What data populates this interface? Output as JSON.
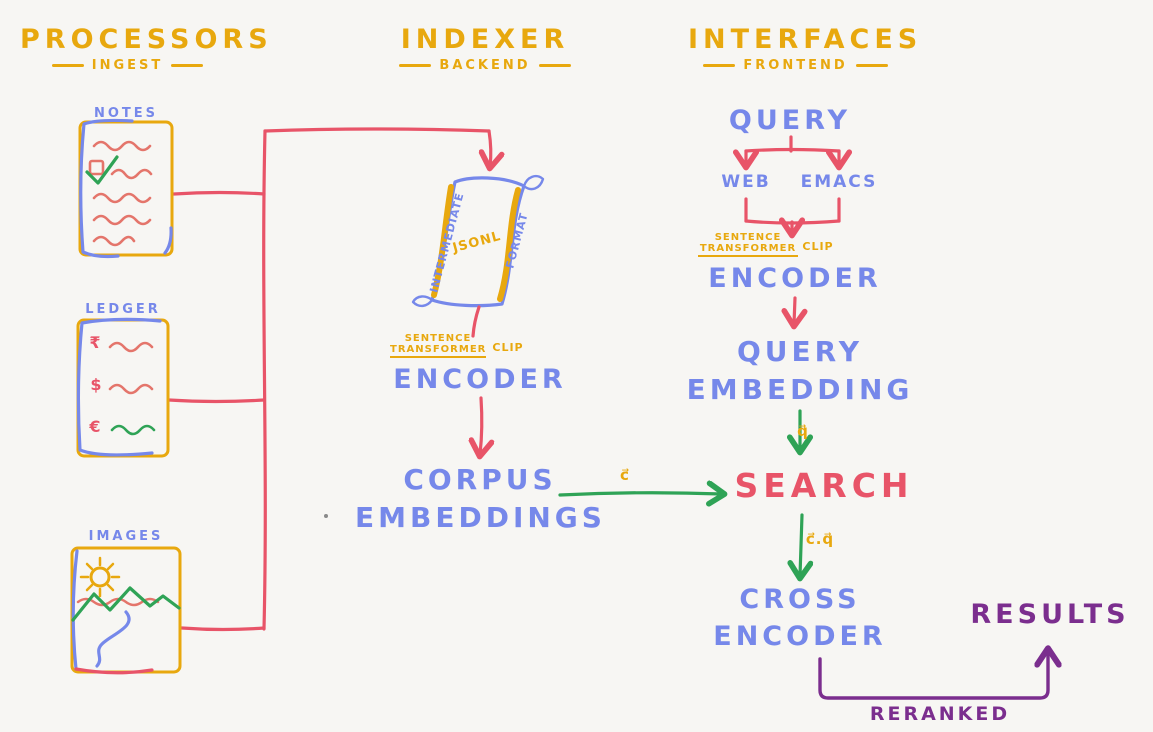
{
  "background": "#f7f6f3",
  "colors": {
    "yellow": "#e8a80e",
    "blue": "#7688ea",
    "red": "#e85468",
    "red-light": "#e4756b",
    "green": "#2fa356",
    "purple": "#7b2e8e"
  },
  "headers": {
    "processors": {
      "title": "PROCESSORS",
      "subtitle": "INGEST"
    },
    "indexer": {
      "title": "INDEXER",
      "subtitle": "BACKEND"
    },
    "interfaces": {
      "title": "INTERFACES",
      "subtitle": "FRONTEND"
    }
  },
  "processors": {
    "notes": "NOTES",
    "ledger": "LEDGER",
    "images": "IMAGES",
    "ledger_symbols": [
      "₹",
      "$",
      "€"
    ]
  },
  "indexer": {
    "scroll_left": "INTERMEDIATE",
    "scroll_center": "JSONL",
    "scroll_right": "FORMAT",
    "model_line1": "SENTENCE",
    "model_line2": "TRANSFORMER",
    "model_side": "CLIP",
    "encoder": "ENCODER",
    "output_line1": "CORPUS",
    "output_line2": "EMBEDDINGS"
  },
  "interfaces": {
    "query": "QUERY",
    "clients": [
      "WEB",
      "EMACS"
    ],
    "model_line1": "SENTENCE",
    "model_line2": "TRANSFORMER",
    "model_side": "CLIP",
    "encoder": "ENCODER",
    "embedding_line1": "QUERY",
    "embedding_line2": "EMBEDDING",
    "search": "SEARCH",
    "cross_line1": "CROSS",
    "cross_line2": "ENCODER",
    "results": "RESULTS",
    "reranked": "RERANKED"
  },
  "edge_labels": {
    "corpus_vector": "c⃗",
    "query_vector": "q⃗",
    "dot_product": "c⃗.q⃗"
  }
}
